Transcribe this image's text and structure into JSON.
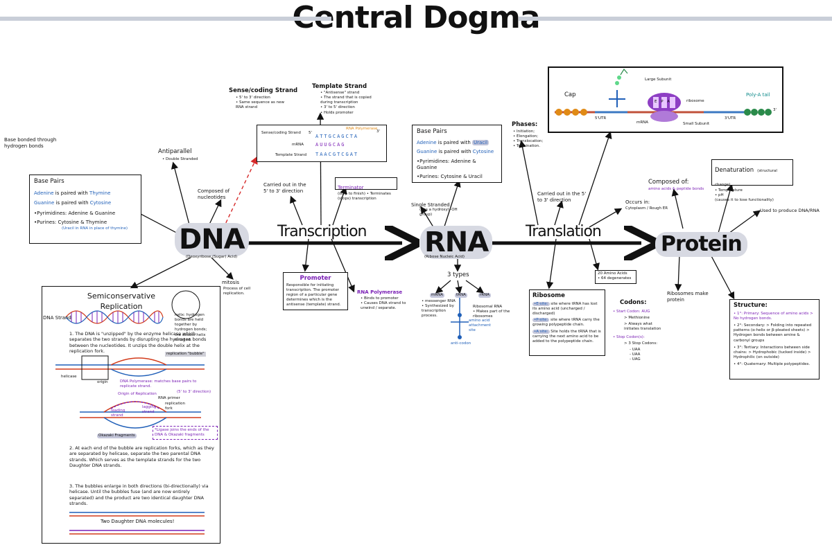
{
  "title": "Central Dogma",
  "nodes": {
    "dna": "DNA",
    "transcription": "Transcription",
    "rna": "RNA",
    "translation": "Translation",
    "protein": "Protein"
  },
  "dna_notes": {
    "base_bonded": "Base bonded through hydrogen bonds",
    "antiparallel": "Antiparallel",
    "antiparallel_sub": "• Double Stranded",
    "composed_of": "Composed of nucleotides",
    "deoxy": "(Deoxyribose (Sugar) Acid)",
    "mitosis": "mitosis",
    "mitosis_sub": "Process of cell replication."
  },
  "dna_base_pairs": {
    "heading": "Base Pairs",
    "line1_a": "Adenine",
    "line1_mid": " is paired with ",
    "line1_b": "Thymine",
    "line2_a": "Guanine",
    "line2_mid": " is paired with ",
    "line2_b": "Cytosine",
    "line3": "•Pyrimidines: Adenine & Guanine",
    "line4": "•Purines: Cytosine & Thymine",
    "line5": "(Uracil in RNA in place of thymine)"
  },
  "strands_top": {
    "sense_label": "Sense/coding Strand",
    "sense_notes": "• 5' to 3' direction\n• Same sequence as new RNA strand",
    "template_label": "Template Strand",
    "template_notes": "• \"Antisense\" strand\n• The strand that is copied during transcription\n• 3' to 5' direction\n• Holds promoter"
  },
  "strand_box": {
    "row1_label": "Sense/coding Strand",
    "row1_seq": "ATTGCAGCTA",
    "row2_label": "mRNA",
    "row2_seq": "AUUGCAG",
    "row3_label": "Template Strand",
    "row3_seq": "TAACGTCGAT",
    "rna_pol": "RNA Polymerase",
    "p5": "5'",
    "p3": "3'"
  },
  "transcription_notes": {
    "carried_out": "Carried out in the 5' to 3' direction",
    "terminator": "Terminator",
    "terminator_sub": "(stop to finish) • Terminates (stops) transcription",
    "promoter_title": "Promoter",
    "promoter_body": "Responsible for initiating transcription. The promoter region of a particular gene determines which is the antisense (template) strand.",
    "rna_pol_title": "RNA Polymerase",
    "rna_pol_body": "• Binds to promoter\n• Causes DNA strand to unwind / separate."
  },
  "rna_box": {
    "heading": "Base Pairs",
    "line1_a": "Adenine",
    "line1_mid": " is paired with ",
    "line1_b": "Uracil",
    "line2_a": "Guanine",
    "line2_mid": " is paired with ",
    "line2_b": "Cytosine",
    "line3": "•Pyrimidines: Adenine & Guanine",
    "line4": "•Purines: Cytosine & Uracil"
  },
  "rna_notes": {
    "single_stranded": "Single Stranded",
    "single_sub": "(has a hydroxyl -OH group)",
    "ribose": "(Ribose Nucleic Acid)",
    "three_types": "3 types",
    "mrna": "mRNA",
    "mrna_sub": "• messenger RNA\n• Synthesized by transcription process.",
    "trna": "tRNA",
    "rrna": "rRNA",
    "rrna_sub": "Ribosomal RNA\n• Makes part of the ribosomes",
    "anticodon": "amino acid attachment site",
    "anticodon2": "anti-codon"
  },
  "translation_notes": {
    "phases_title": "Phases:",
    "phases": "• Initiation;\n• Elongation;\n• Translocation;\n• Termination.",
    "carried_out": "Carried out in the 5' to 3' direction",
    "occurs_in": "Occurs in:",
    "occurs_sub": "Cytoplasm / Rough ER",
    "amino_title": "20 Amino Acids",
    "amino_sub": "• 64 degenerates",
    "ribosome_title": "Ribosome",
    "e_site": "•E-site:",
    "e_text": " site where tRNA has lost its amino acid (uncharged / discharged)",
    "p_site": "•P-site:",
    "p_text": " site where tRNA carry the growing polypeptide chain.",
    "a_site": "•A site:",
    "a_text": " Site holds the tRNA that is carrying the next amino acid to be added to the polypeptide chain.",
    "codons_title": "Codons:",
    "start": "• Start Codon: AUG",
    "start2": "> Methionine",
    "start3": "> Always what initiates translation",
    "stop": "• Stop Codon(s):",
    "stop2": "> 3 Stop Codons:",
    "stop3": "- UAA\n- UAA\n- UAG"
  },
  "ribosome_diagram": {
    "cap": "Cap",
    "large": "Large Subunit",
    "small": "Small Subunit",
    "ribosome": "ribosome",
    "polya": "Poly-A tail",
    "utr5": "5'UTR",
    "utr3": "3'UTR",
    "mrna": "mRNA",
    "epa": "E P A",
    "three": "3'"
  },
  "protein_notes": {
    "composed": "Composed of:",
    "composed_sub": "amino acids & peptide bonds",
    "denat_title": "Denaturation",
    "denat_sub": "(structural change)",
    "denat_body": "• Temperature\n• pH\n(causes it to lose functionality)",
    "used": "Used to produce DNA/RNA",
    "ribosomes": "Ribosomes make protein",
    "structure_title": "Structure:",
    "s1": "• 1°: Primary: Sequence of amino acids > No hydrogen bonds.",
    "s2": "• 2°: Secondary: > Folding into repeated patterns (α-helix or β-pleated sheets) > Hydrogen bonds between amine & carbonyl groups",
    "s3": "• 3°: Tertiary: Interactions between side chains: > Hydrophobic (tucked inside) > Hydrophilic (on outside)",
    "s4": "• 4°: Quaternary: Multiple polypeptides."
  },
  "replication": {
    "title": "Semiconservative Replication",
    "dna_strand": "DNA Strand",
    "step1": "1. The DNA is \"unzipped\" by the enzyme helicase which separates the two strands by disrupting the hydrogen bonds between the nucleotides. It unzips the double helix at the replication fork.",
    "bubble": "replication \"bubble\"",
    "origin": "origin",
    "helicase": "helicase",
    "dna_pol": "DNA Polymerase: matches base pairs to replicate strand.",
    "dna_pol_sub": "(5' to 3' direction)",
    "origin_rep": "Origin of Replication",
    "rna_primer": "RNA primer",
    "rep_fork": "replication fork",
    "okazaki": "Okazaki Fragments",
    "leading": "leading strand",
    "lagging": "lagging strand",
    "ligase": "*Ligase joins the ends of the DNA & Okazaki fragments",
    "step2": "2. At each end of the bubble are replication forks, which as they are separated by helicase, separate the two parental DNA strands. Which serves as the template strands for the two Daughter DNA strands.",
    "step3": "3. The bubbles enlarge in both directions (bi-directionally) via helicase. Until the bubbles fuse (and are now entirely separated) and the product are two identical daughter DNA strands.",
    "two_daughter": "Two Daughter DNA molecules!",
    "helix_note": "helix: hydrogen bonds are held together by hydrogen bonds; the double helix is coiled."
  }
}
